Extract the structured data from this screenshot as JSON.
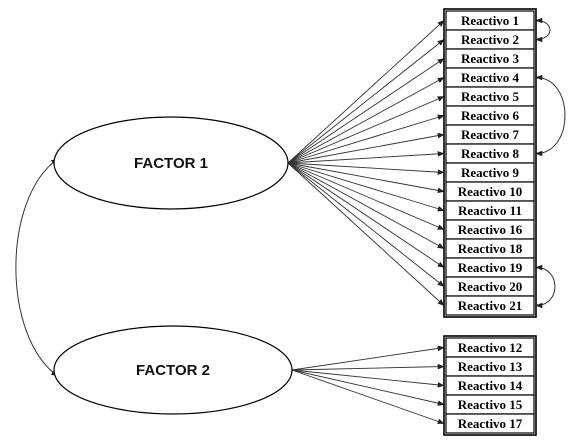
{
  "factors": [
    {
      "id": "f1",
      "label": "FACTOR 1"
    },
    {
      "id": "f2",
      "label": "FACTOR 2"
    }
  ],
  "groups": [
    {
      "factor": "f1",
      "items": [
        "Reactivo 1",
        "Reactivo 2",
        "Reactivo 3",
        "Reactivo 4",
        "Reactivo 5",
        "Reactivo 6",
        "Reactivo 7",
        "Reactivo 8",
        "Reactivo 9",
        "Reactivo 10",
        "Reactivo 11",
        "Reactivo 16",
        "Reactivo 18",
        "Reactivo 19",
        "Reactivo 20",
        "Reactivo 21"
      ]
    },
    {
      "factor": "f2",
      "items": [
        "Reactivo 12",
        "Reactivo 13",
        "Reactivo 14",
        "Reactivo 15",
        "Reactivo 17"
      ]
    }
  ],
  "item_covariances": [
    [
      "Reactivo 1",
      "Reactivo 2"
    ],
    [
      "Reactivo 4",
      "Reactivo 8"
    ],
    [
      "Reactivo 19",
      "Reactivo 21"
    ]
  ],
  "factor_covariance": [
    "f1",
    "f2"
  ]
}
